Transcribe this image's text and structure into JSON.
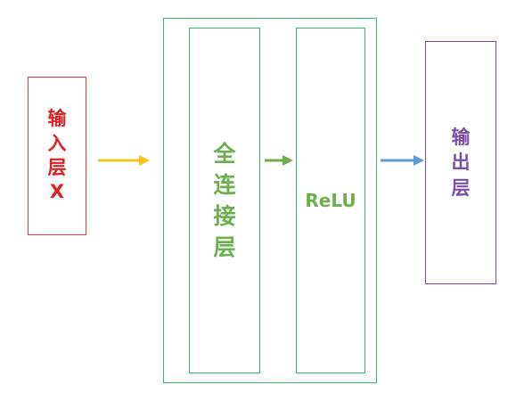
{
  "nodes": {
    "input_layer": {
      "label": "输入层X",
      "color": "#e02020"
    },
    "fully_connected": {
      "label": "全连接层",
      "color": "#6ab04c"
    },
    "relu": {
      "label": "ReLU",
      "color": "#6ab04c"
    },
    "output_layer": {
      "label": "输出层",
      "color": "#7b4ea8"
    }
  },
  "edges": [
    {
      "from": "input_layer",
      "to": "fully_connected",
      "color": "#f5c518"
    },
    {
      "from": "fully_connected",
      "to": "relu",
      "color": "#6ab04c"
    },
    {
      "from": "relu",
      "to": "output_layer",
      "color": "#5b9bd5"
    }
  ]
}
